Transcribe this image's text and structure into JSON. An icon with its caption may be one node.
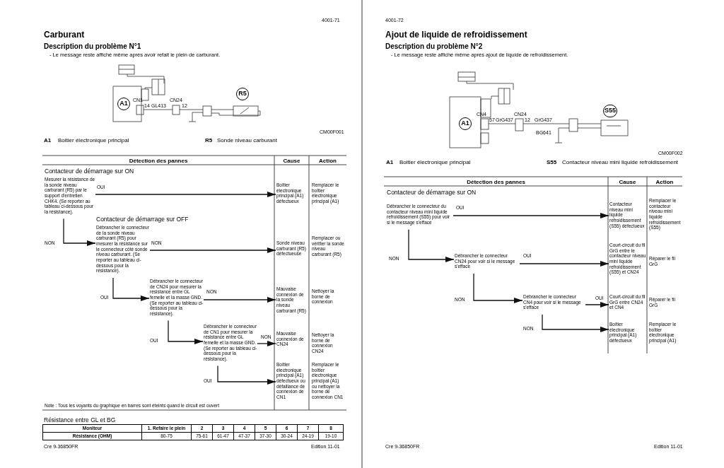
{
  "diagram": {
    "nodes": [
      {
        "text": [
          "Mesurer la résistance de la sonde niveau carburant (R5) par le support d'entretien CHK4. (Se reporter au tableau ci-dessous pour la résistance)."
        ]
      },
      {
        "text": [
          "Boîtier électronique principal (A1) défectueux"
        ]
      },
      {
        "text": [
          "Débrancher le connecteur de la sonde niveau carburant (R5) pour mesurer la résistance sur le connecteur côté sonde niveau carburant. (Se reporter au tableau ci-dessous pour la résistance)."
        ]
      },
      {
        "text": [
          "Sonde niveau carburant (R5) défectueuse"
        ]
      },
      {
        "text": [
          "Débrancher le connecteur de CN24 pour mesurer la résistance entre GL femelle et la masse GND. (Se reporter au tableau ci-dessous pour la résistance)."
        ]
      },
      {
        "text": [
          "Mauvaise connexion de la sonde niveau carburant (R5)"
        ]
      },
      {
        "text": [
          "Débrancher le connecteur de CN1 pour mesurer la résistance entre GL femelle et la masse GND. (Se reporter au tableau ci-dessous pour la résistance)."
        ]
      },
      {
        "text": [
          "Mauvaise connexion de CN24"
        ]
      },
      {
        "text": [
          "Boîtier électronique principal (A1) défectueux ou défaillance de connexion de CN1"
        ]
      },
      {
        "text": [
          "Débrancher le connecteur du contacteur niveau mini liquide refroidissement (S55) pour voir si le message s'efface"
        ]
      },
      {
        "text": [
          "Contacteur niveau mini liquide refroidissement (S55) défectueux"
        ]
      },
      {
        "text": [
          "Débrancher le connecteur CN24 pour voir si le message s'efface"
        ]
      },
      {
        "text": [
          "Court-circuit du fil GrG entre le contacteur niveau mini liquide refroidissement (S55) et CN24"
        ]
      },
      {
        "text": [
          "Débrancher le connecteur CN4 pour voir si le message s'efface"
        ]
      },
      {
        "text": [
          "Court-circuit du fil GrG entre CN24 et CN4"
        ]
      },
      {
        "text": [
          "Boîtier électronique principal (A1) défectueux"
        ]
      }
    ],
    "edges": [
      {
        "from": 0,
        "to": 1,
        "arrow": "to",
        "label": "OUI"
      },
      {
        "from": 0,
        "to": 2,
        "arrow": "to",
        "label": "NON"
      },
      {
        "from": 2,
        "to": 3,
        "arrow": "to",
        "label": "NON"
      },
      {
        "from": 2,
        "to": 4,
        "arrow": "to",
        "label": "OUI"
      },
      {
        "from": 4,
        "to": 5,
        "arrow": "to",
        "label": "NON"
      },
      {
        "from": 4,
        "to": 6,
        "arrow": "to",
        "label": "OUI"
      },
      {
        "from": 6,
        "to": 7,
        "arrow": "to",
        "label": "NON"
      },
      {
        "from": 6,
        "to": 8,
        "arrow": "to",
        "label": "OUI"
      },
      {
        "from": 9,
        "to": 10,
        "arrow": "to",
        "label": "OUI"
      },
      {
        "from": 9,
        "to": 11,
        "arrow": "to",
        "label": "NON"
      },
      {
        "from": 11,
        "to": 12,
        "arrow": "to",
        "label": "OUI"
      },
      {
        "from": 11,
        "to": 13,
        "arrow": "to",
        "label": "NON"
      },
      {
        "from": 13,
        "to": 14,
        "arrow": "to",
        "label": "OUI"
      },
      {
        "from": 13,
        "to": 15,
        "arrow": "to",
        "label": "NON"
      }
    ],
    "labels": [
      "4001-71",
      "Carburant",
      "Description du problème N°1",
      "- Le message reste affiché même après avoir refait le plein de carburant.",
      "A1",
      "R5",
      "CN1",
      "14",
      "GL413",
      "CN24",
      "12",
      "CM00F001",
      "A1",
      "Boitier électronique principal",
      "R5",
      "Sonde niveau carburant",
      "Détection des pannes",
      "Cause",
      "Action",
      "Contacteur de démarrage sur ON",
      "Remplacer le boîtier électronique principal (A1)",
      "Contacteur de démarrage sur OFF",
      "Remplacer ou vérifier la sonde niveau carburant (R5)",
      "Nettoyer la borne de connexion",
      "Nettoyer la borne de connexion CN24",
      "Remplacer le boîtier électronique principal (A1) ou nettoyer la borne de connexion CN1",
      "Note : Tous les voyants du graphique en barres sont éteints quand le circuit est ouvert",
      "Résistance entre GL et BG",
      "Moniteur",
      "1. Refaire le plein",
      "2",
      "3",
      "4",
      "5",
      "6",
      "7",
      "8",
      "Résistance (OHM)",
      "80-75",
      "75-61",
      "61-47",
      "47-37",
      "37-30",
      "30-24",
      "24-19",
      "19-10",
      "Cre 9-36850FR",
      "Edition 11-01",
      "4001-72",
      "Ajout de liquide de refroidissement",
      "Description du problème N°2",
      "- Le message reste affiché même après ajout de liquide de refroidissement.",
      "A1",
      "S55",
      "CN4",
      "57",
      "GrG437",
      "CN24",
      "12",
      "GrG437",
      "BG641",
      "CM00F002",
      "A1",
      "Boitier électronique principal",
      "S55",
      "Contacteur niveau mini liquide refroidissement",
      "Détection des pannes",
      "Cause",
      "Action",
      "Contacteur de démarrage sur ON",
      "Remplacer le contacteur niveau mini liquide refroidissement (S55)",
      "Réparer le fil GrG",
      "Réparer le fil GrG",
      "Remplacer le boîtier électronique principal (A1)",
      "Cre 9-36850FR",
      "Edition 11-01"
    ]
  }
}
